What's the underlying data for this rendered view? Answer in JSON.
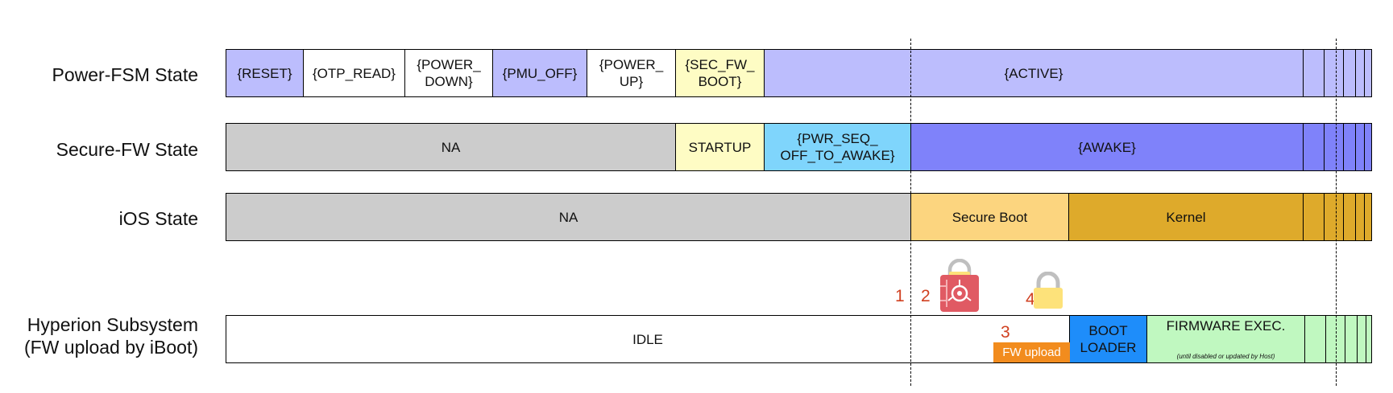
{
  "colors": {
    "lavender": "#bcbdfd",
    "white": "#ffffff",
    "yellow": "#fefcc4",
    "grey": "#cccccc",
    "cyan": "#7fd5fc",
    "blue": "#7f82fa",
    "light_orange": "#fcd57f",
    "gold": "#deaa2b",
    "bright_blue": "#1e8dfa",
    "light_green": "#c0f8c0",
    "lock_red": "#e05a63",
    "lock_yellow": "#fde27a",
    "step_red": "#d04020",
    "fw_orange": "#f28c1e"
  },
  "rows": {
    "power_fsm": {
      "label": "Power-FSM State",
      "segments": [
        {
          "text": "{RESET}",
          "color": "lavender"
        },
        {
          "text": "{OTP_READ}",
          "color": "white"
        },
        {
          "text": "{POWER_\nDOWN}",
          "color": "white"
        },
        {
          "text": "{PMU_OFF}",
          "color": "lavender"
        },
        {
          "text": "{POWER_\nUP}",
          "color": "white"
        },
        {
          "text": "{SEC_FW_\nBOOT}",
          "color": "yellow"
        },
        {
          "text": "{ACTIVE}",
          "color": "lavender"
        }
      ]
    },
    "secure_fw": {
      "label": "Secure-FW State",
      "segments": [
        {
          "text": "NA",
          "color": "grey"
        },
        {
          "text": "STARTUP",
          "color": "yellow"
        },
        {
          "text": "{PWR_SEQ_\nOFF_TO_AWAKE}",
          "color": "cyan"
        },
        {
          "text": "{AWAKE}",
          "color": "blue"
        }
      ]
    },
    "ios": {
      "label": "iOS State",
      "segments": [
        {
          "text": "NA",
          "color": "grey"
        },
        {
          "text": "Secure Boot",
          "color": "light_orange"
        },
        {
          "text": "Kernel",
          "color": "gold"
        }
      ]
    },
    "hyperion": {
      "label_line1": "Hyperion Subsystem",
      "label_line2": "(FW upload by iBoot)",
      "segments": [
        {
          "text": "IDLE",
          "color": "white"
        },
        {
          "text": "BOOT\nLOADER",
          "color": "bright_blue"
        },
        {
          "text": "FIRMWARE EXEC.",
          "subtext": "(until disabled or updated by Host)",
          "color": "light_green"
        }
      ]
    }
  },
  "markers": {
    "step1": "1",
    "step2": "2",
    "step3": "3",
    "step4": "4",
    "fw_upload": "FW upload"
  }
}
